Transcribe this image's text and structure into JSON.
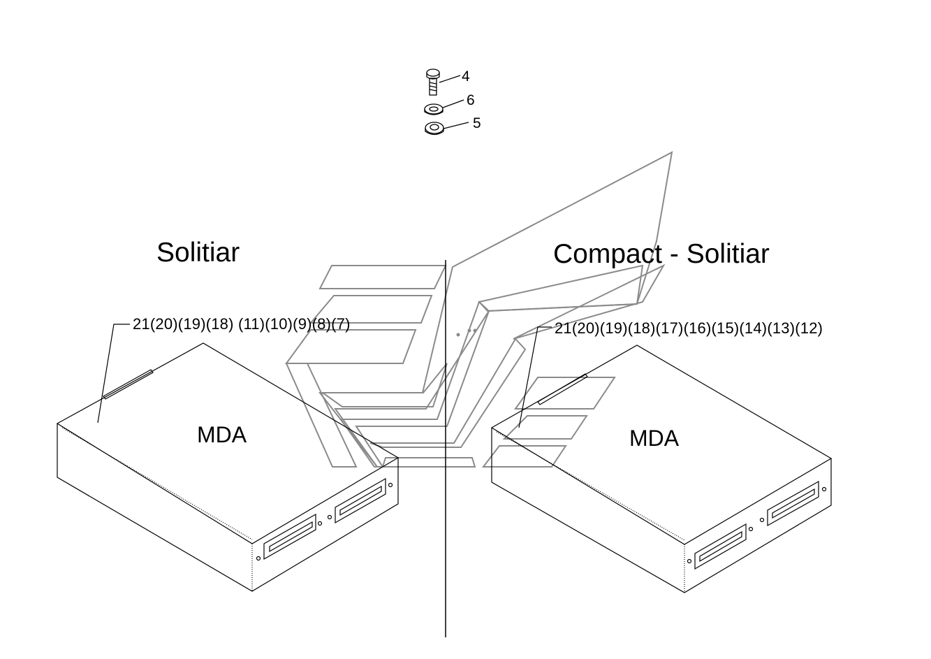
{
  "titles": {
    "left": "Solitiar",
    "right": "Compact - Solitiar"
  },
  "units": {
    "left_label": "MDA",
    "right_label": "MDA"
  },
  "callouts": {
    "left": "21(20)(19)(18) (11)(10)(9)(8)(7)",
    "right": "21(20)(19)(18)(17)(16)(15)(14)(13)(12)"
  },
  "hardware": {
    "bolt": "4",
    "washer": "6",
    "nut": "5"
  }
}
